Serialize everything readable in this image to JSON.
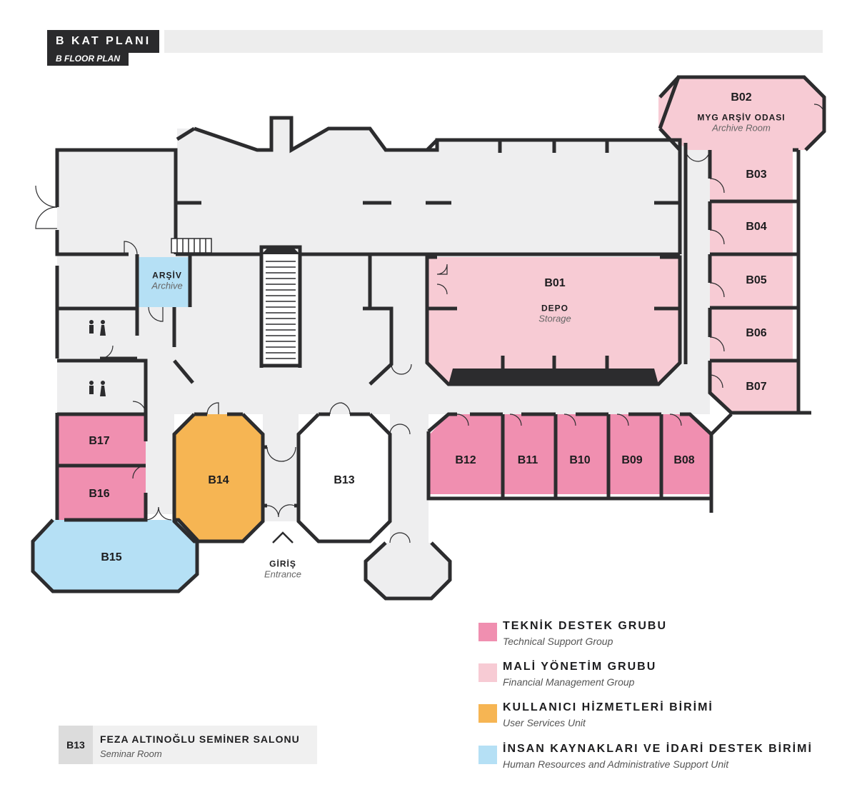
{
  "header": {
    "title": "B KAT PLANI",
    "subtitle": "B FLOOR PLAN"
  },
  "colors": {
    "technical": "#f08fb0",
    "financial": "#f7cbd4",
    "user_services": "#f6b553",
    "hr": "#b5e0f5",
    "walls": "#2c2c2e",
    "floor": "#eeeeef"
  },
  "rooms": {
    "b01": {
      "code": "B01",
      "name": "DEPO",
      "name_en": "Storage"
    },
    "b02": {
      "code": "B02",
      "name": "MYG ARŞİV ODASI",
      "name_en": "Archive Room"
    },
    "b03": {
      "code": "B03"
    },
    "b04": {
      "code": "B04"
    },
    "b05": {
      "code": "B05"
    },
    "b06": {
      "code": "B06"
    },
    "b07": {
      "code": "B07"
    },
    "b08": {
      "code": "B08"
    },
    "b09": {
      "code": "B09"
    },
    "b10": {
      "code": "B10"
    },
    "b11": {
      "code": "B11"
    },
    "b12": {
      "code": "B12"
    },
    "b13": {
      "code": "B13"
    },
    "b14": {
      "code": "B14"
    },
    "b15": {
      "code": "B15"
    },
    "b16": {
      "code": "B16"
    },
    "b17": {
      "code": "B17"
    },
    "archive": {
      "name": "ARŞİV",
      "name_en": "Archive"
    }
  },
  "entrance": {
    "name": "GİRİŞ",
    "name_en": "Entrance"
  },
  "legend": [
    {
      "tr": "TEKNİK DESTEK GRUBU",
      "en": "Technical Support Group",
      "color": "#f08fb0"
    },
    {
      "tr": "MALİ YÖNETİM GRUBU",
      "en": "Financial Management Group",
      "color": "#f7cbd4"
    },
    {
      "tr": "KULLANICI HİZMETLERİ BİRİMİ",
      "en": "User Services Unit",
      "color": "#f6b553"
    },
    {
      "tr": "İNSAN KAYNAKLARI VE İDARİ DESTEK BİRİMİ",
      "en": "Human Resources and Administrative Support Unit",
      "color": "#b5e0f5"
    }
  ],
  "seminar": {
    "code": "B13",
    "name": "FEZA ALTINOĞLU SEMİNER SALONU",
    "name_en": "Seminar Room"
  }
}
